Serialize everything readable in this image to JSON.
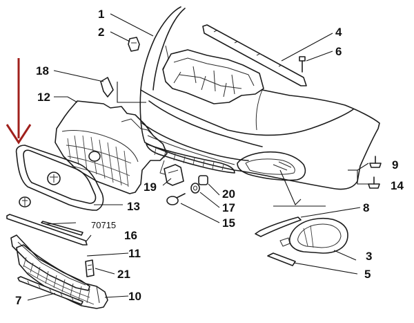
{
  "diagram": {
    "arrow_color": "#a0201c",
    "line_color": "#1c1c1c",
    "callouts": {
      "c1": "1",
      "c2": "2",
      "c3": "3",
      "c4": "4",
      "c5": "5",
      "c6": "6",
      "c7": "7",
      "c8": "8",
      "c9": "9",
      "c10": "10",
      "c11": "11",
      "c12": "12",
      "c13": "13",
      "c14": "14",
      "c15": "15",
      "c16": "16",
      "c17": "17",
      "c18": "18",
      "c19": "19",
      "c20": "20",
      "c21": "21",
      "ref": "70715"
    }
  }
}
